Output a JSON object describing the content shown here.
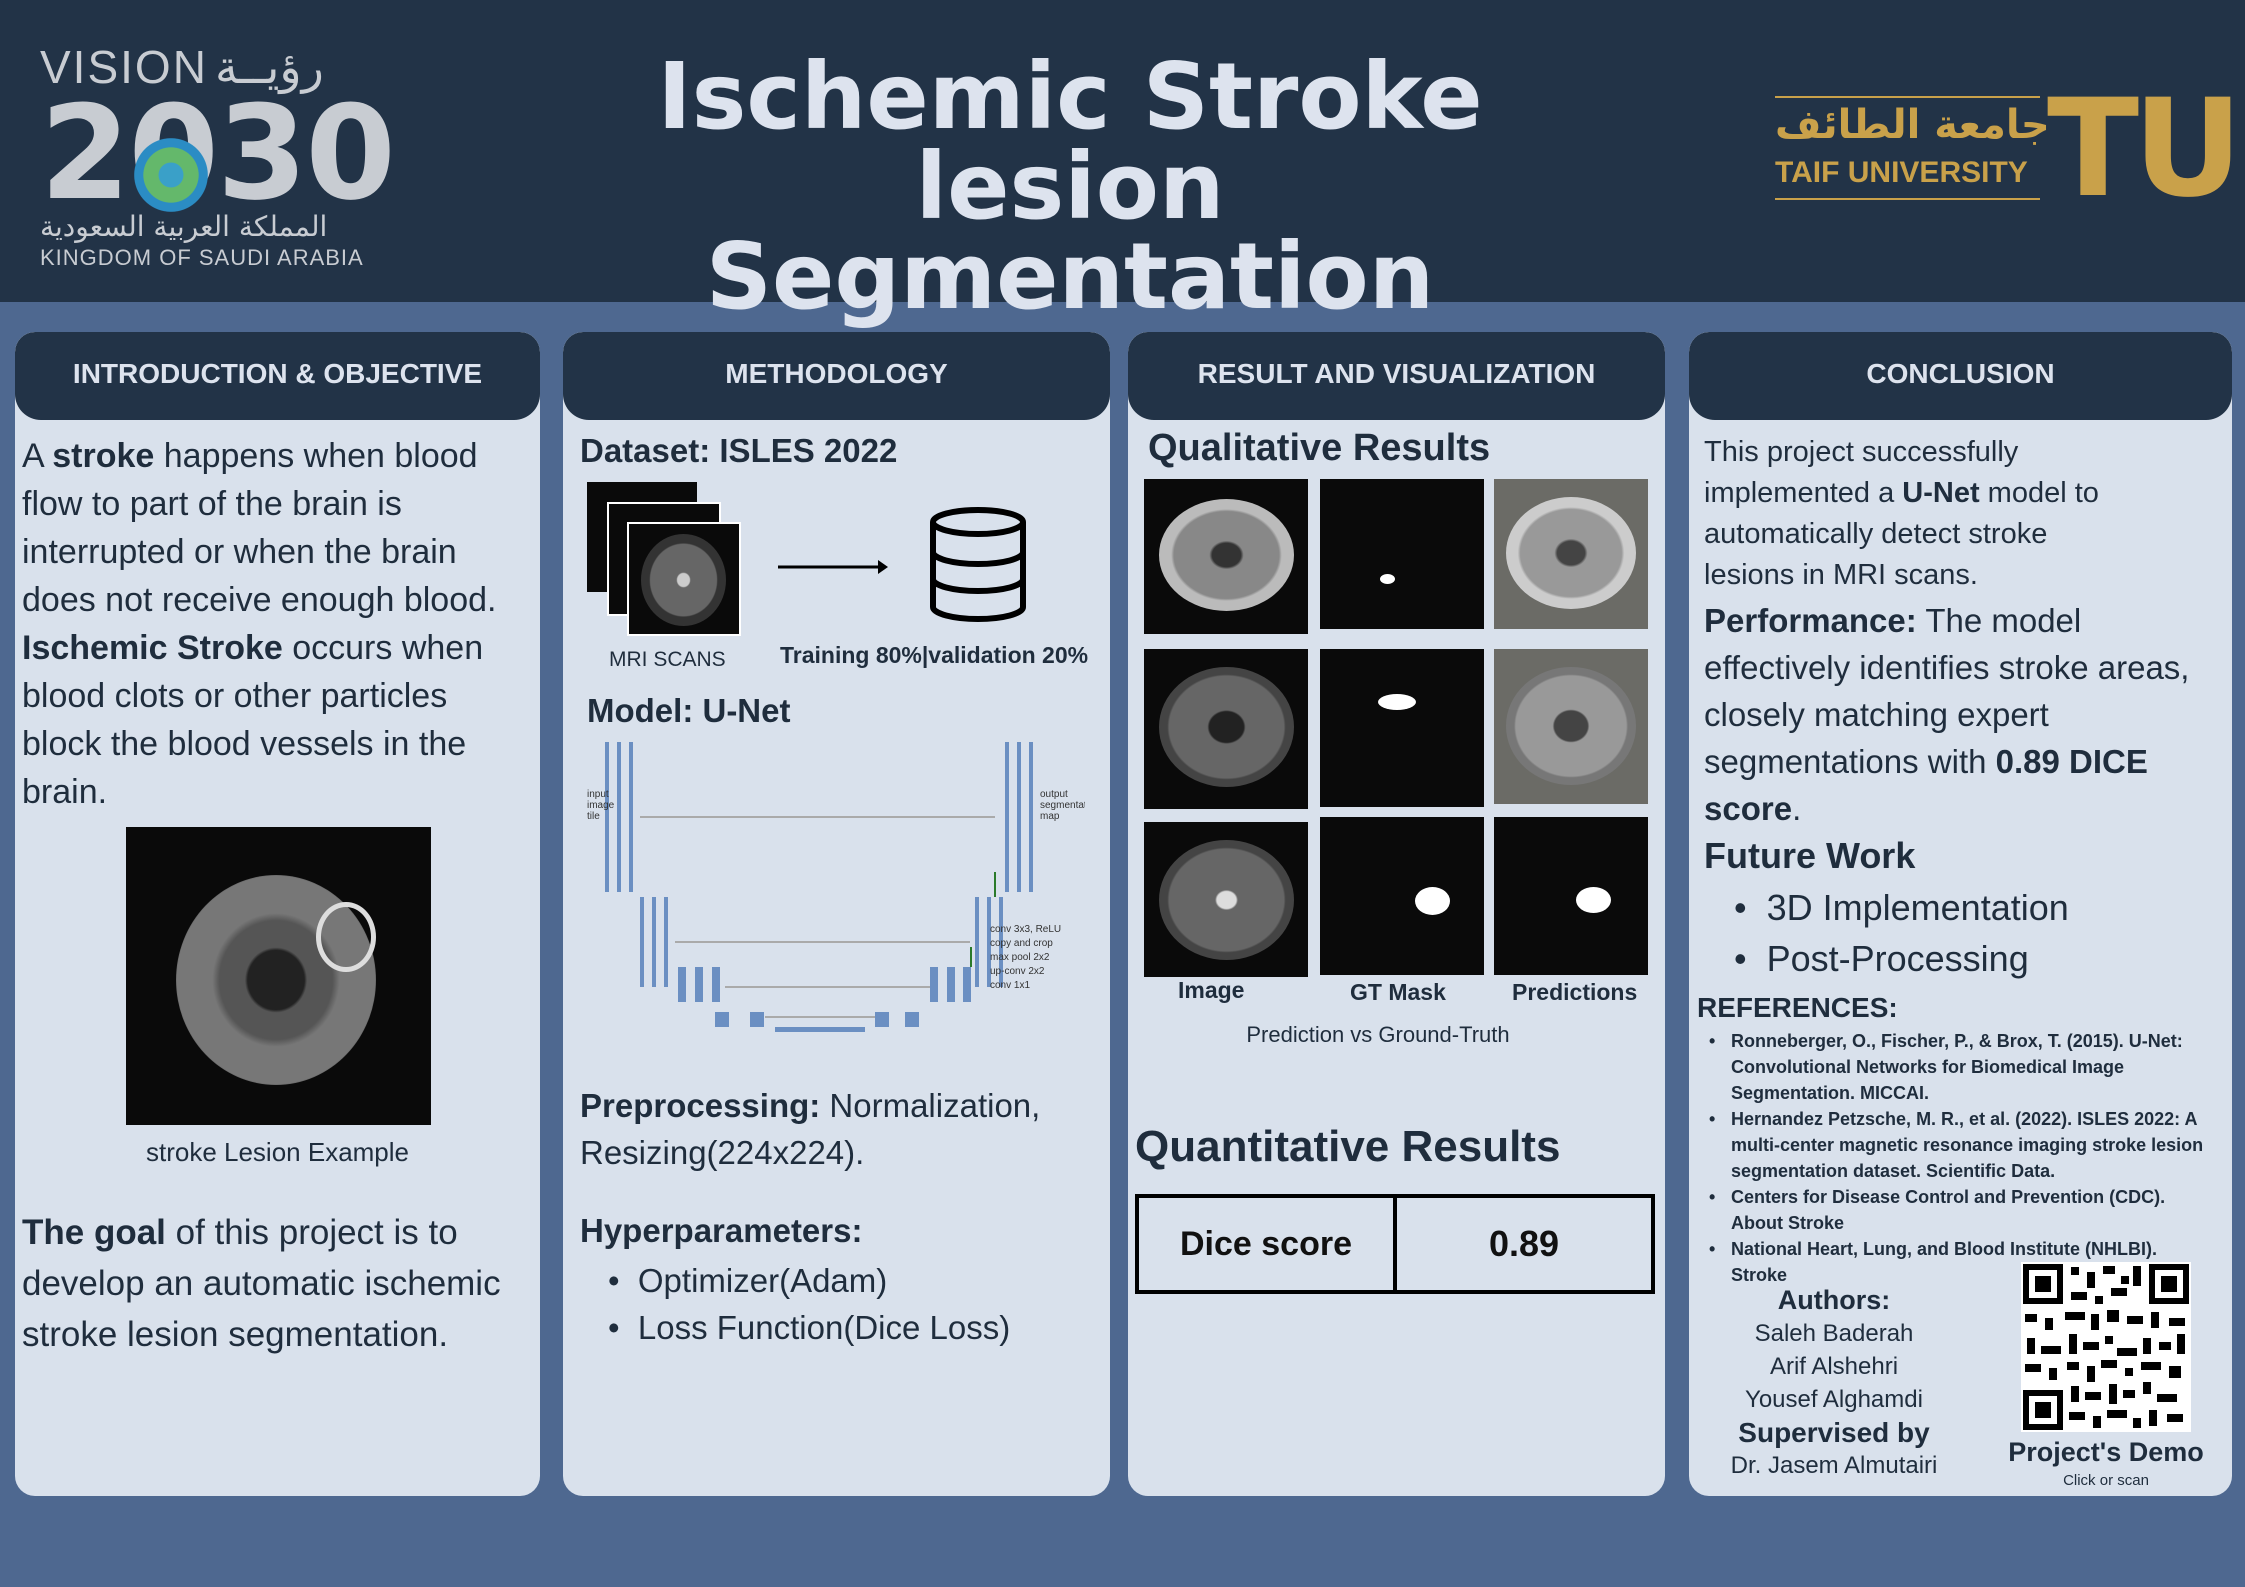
{
  "header": {
    "title_line1": "Ischemic Stroke lesion",
    "title_line2": "Segmentation",
    "vision_logo": {
      "vision_text": "VISION",
      "arabic_vision": "رؤيــة",
      "year": "2030",
      "arabic_kingdom": "المملكة العربية السعودية",
      "kingdom": "KINGDOM OF SAUDI ARABIA"
    },
    "university_logo": {
      "arabic_name": "جامعة الطائف",
      "english_name": "TAIF UNIVERSITY",
      "mark": "TU"
    }
  },
  "intro": {
    "heading": "INTRODUCTION & OBJECTIVE",
    "p1_a": "A ",
    "p1_b": "stroke",
    "p1_c": " happens when blood",
    "p1_l2": "flow to part of the brain is",
    "p1_l3": "interrupted or when the brain",
    "p1_l4": "does not receive enough blood.",
    "p2_a": "Ischemic Stroke",
    "p2_b": " occurs when",
    "p2_l2": "blood clots or other particles",
    "p2_l3": "block the blood vessels in the",
    "p2_l4": "brain.",
    "image_caption": "stroke Lesion Example",
    "goal_a": "The goal",
    "goal_b": " of this project is to",
    "goal_l2": "develop an automatic ischemic",
    "goal_l3": "stroke lesion segmentation."
  },
  "methodology": {
    "heading": "METHODOLOGY",
    "dataset_label": "Dataset",
    "dataset_value": ": ISLES 2022",
    "mri_caption": "MRI SCANS",
    "split_caption": "Training 80%|validation 20%",
    "model_title": "Model: U-Net",
    "unet": {
      "input_label": [
        "input",
        "image",
        "tile"
      ],
      "output_label": [
        "output",
        "segmentation",
        "map"
      ],
      "legend": [
        "conv 3x3, ReLU",
        "copy and crop",
        "max pool 2x2",
        "up-conv 2x2",
        "conv 1x1"
      ]
    },
    "preprocessing_label": "Preprocessing:",
    "preprocessing_value": " Normalization,",
    "preprocessing_l2": "Resizing(224x224).",
    "hyper_title": "Hyperparameters:",
    "hyper_items": [
      "Optimizer(Adam)",
      "Loss Function(Dice Loss)"
    ]
  },
  "results": {
    "heading": "RESULT AND VISUALIZATION",
    "qual_title": "Qualitative Results",
    "col_labels": [
      "Image",
      "GT Mask",
      "Predictions"
    ],
    "grid_caption": "Prediction vs Ground-Truth",
    "quant_title": "Quantitative Results",
    "table": {
      "metric": "Dice score",
      "value": "0.89"
    }
  },
  "conclusion": {
    "heading": "CONCLUSION",
    "p1_l1": "This project successfully",
    "p1_l2a": "implemented a ",
    "p1_l2b": "U-Net",
    "p1_l2c": " model to",
    "p1_l3": "automatically detect stroke",
    "p1_l4": "lesions in MRI scans.",
    "perf_label": "Performance:",
    "perf_l1": " The model",
    "perf_l2": "effectively identifies stroke areas,",
    "perf_l3": "closely matching expert",
    "perf_l4a": "segmentations with ",
    "perf_l4b": "0.89 DICE",
    "perf_l5a": "score",
    "perf_l5b": ".",
    "future_title": "Future Work",
    "future_items": [
      "3D Implementation",
      "Post-Processing"
    ],
    "refs_title": "REFERENCES:",
    "refs": [
      [
        "Ronneberger, O., Fischer, P., & Brox, T. (2015). U-Net:",
        "Convolutional Networks for Biomedical Image",
        "Segmentation. MICCAI."
      ],
      [
        "Hernandez Petzsche, M. R., et al. (2022). ISLES 2022: A",
        "multi-center magnetic resonance imaging stroke lesion",
        "segmentation dataset. Scientific Data."
      ],
      [
        "Centers for Disease Control and Prevention (CDC).",
        "About Stroke"
      ],
      [
        "National Heart, Lung, and Blood Institute (NHLBI).",
        "Stroke"
      ]
    ],
    "authors_title": "Authors:",
    "authors": [
      "Saleh Baderah",
      "Arif Alshehri",
      "Yousef Alghamdi"
    ],
    "supervised_title": "Supervised by",
    "supervisor": "Dr. Jasem Almutairi",
    "qr_title": "Project's Demo",
    "qr_sub": "Click or scan"
  }
}
